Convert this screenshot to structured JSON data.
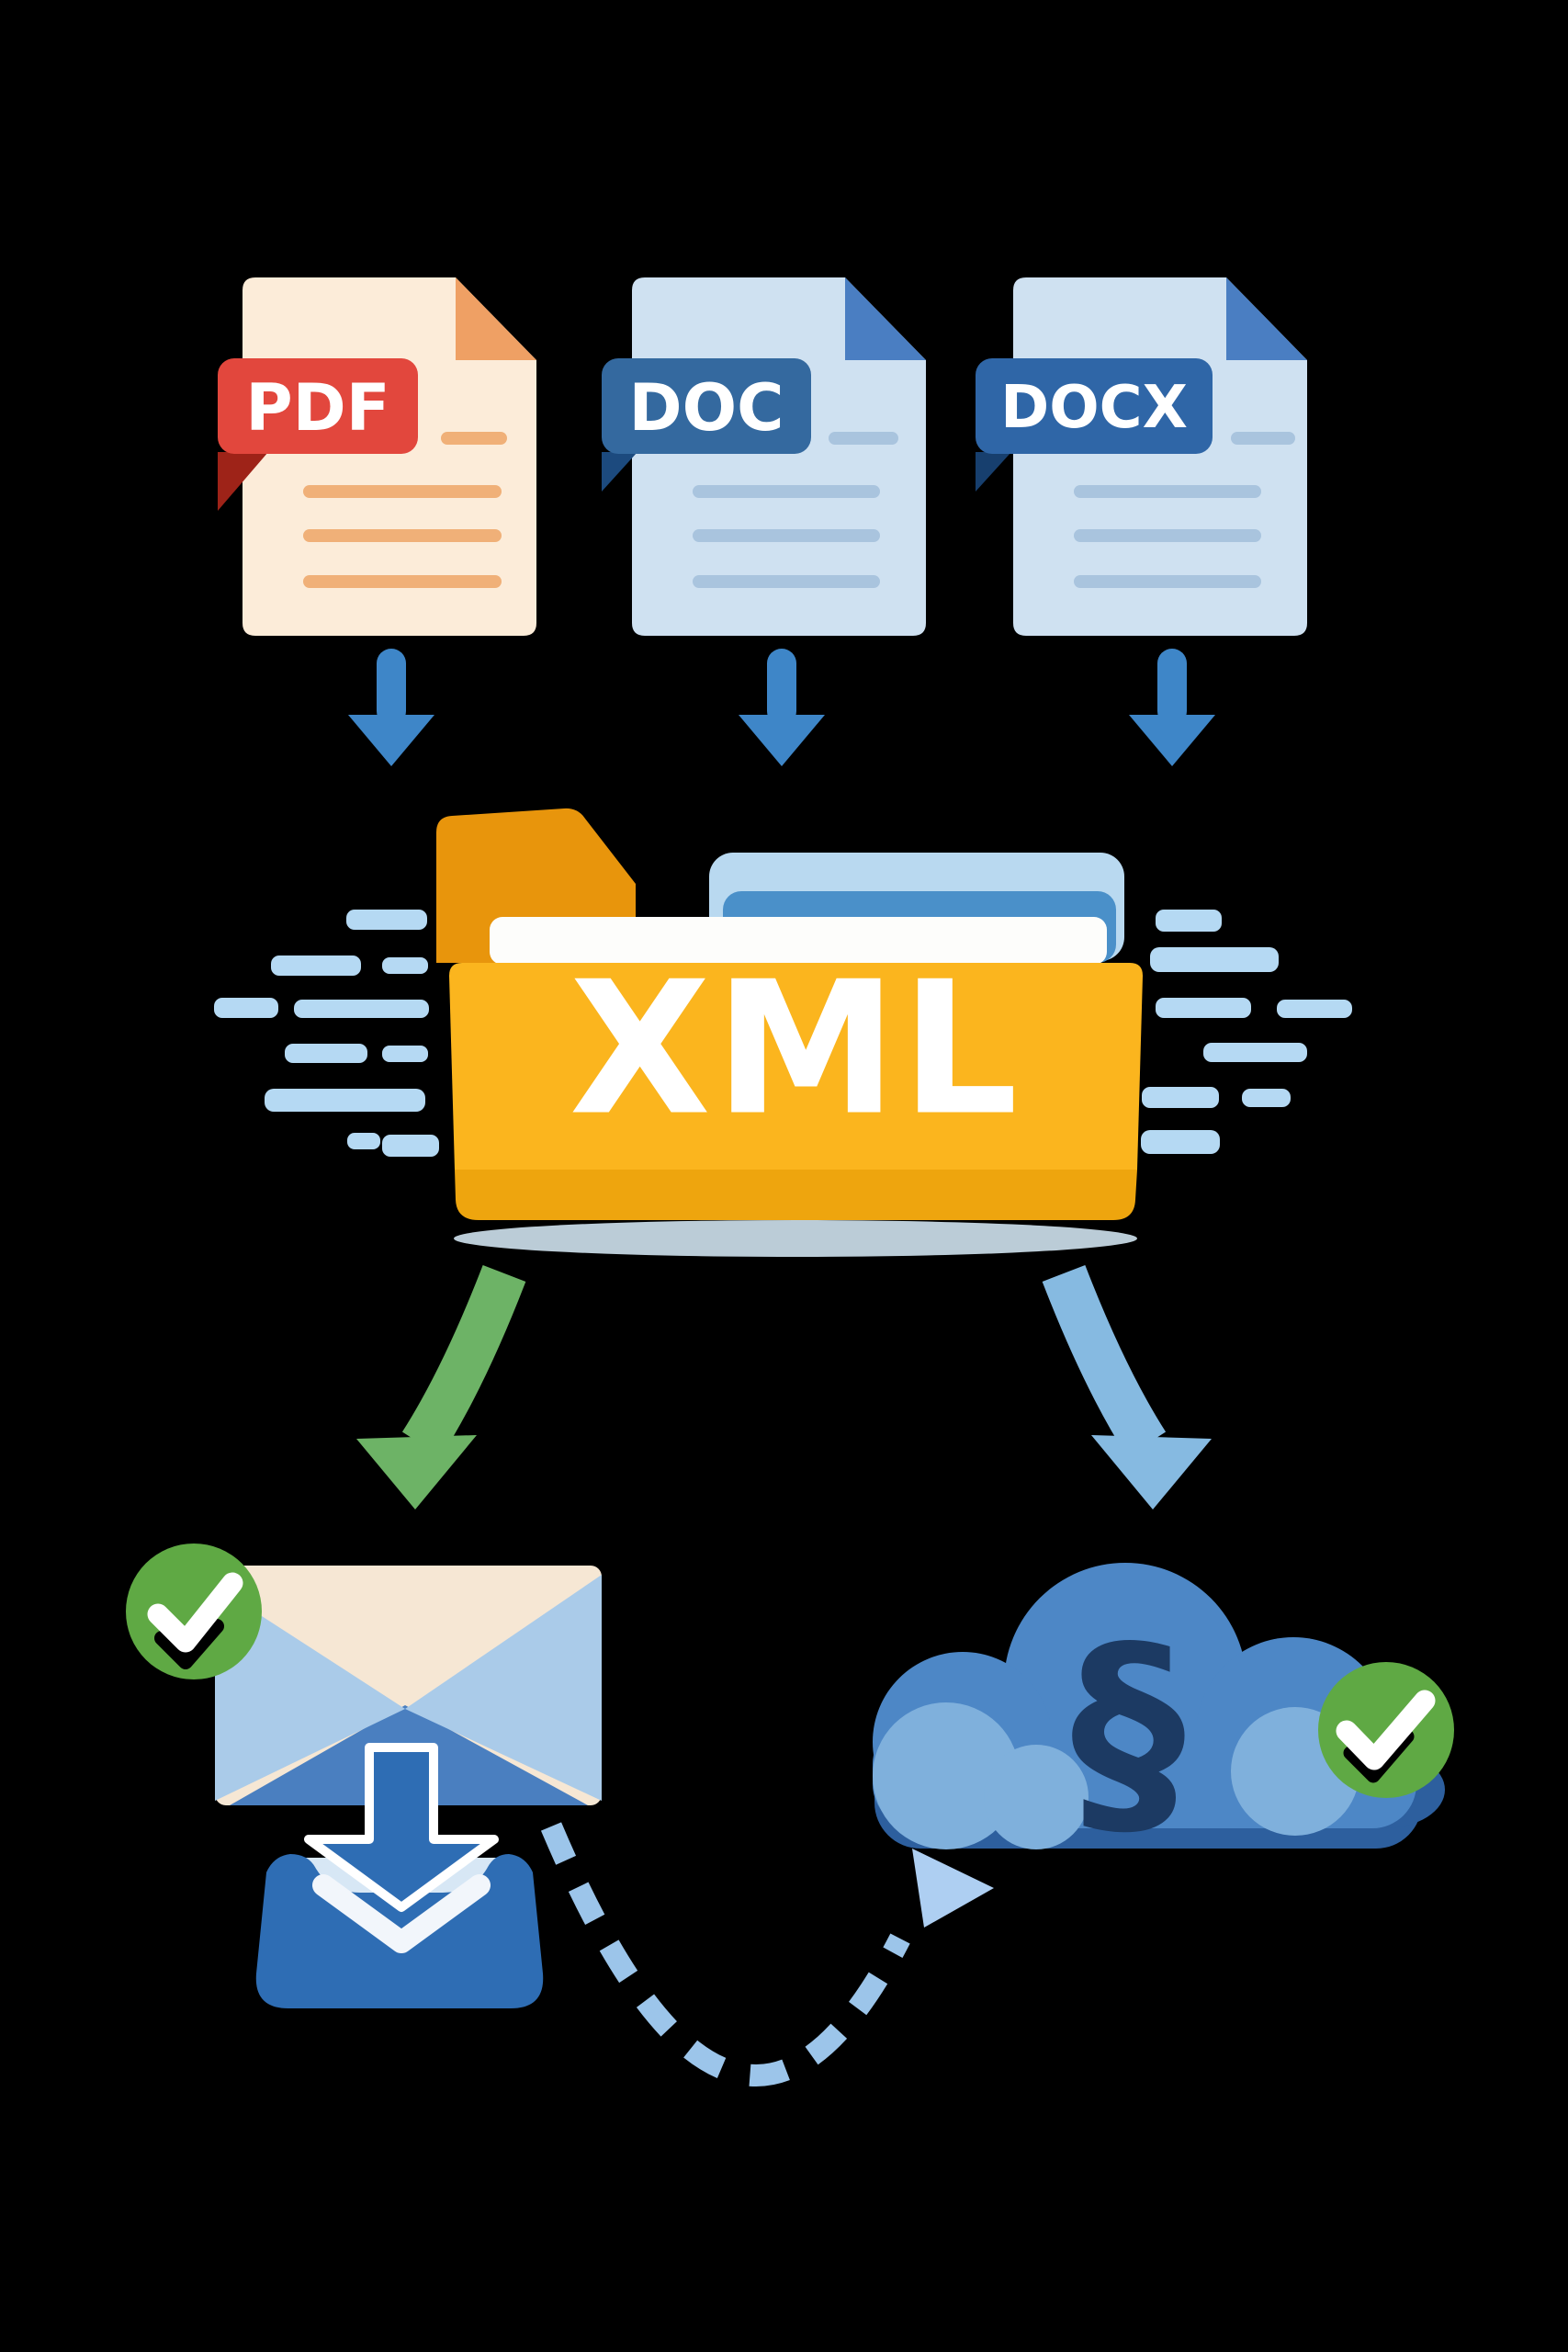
{
  "background_color": "#000000",
  "files": [
    {
      "label": "PDF",
      "paper_color": "#fcecd9",
      "corner_color": "#efa064",
      "badge_color": "#e2473d",
      "badge_fold_color": "#9e2318",
      "line_color": "#f0b078"
    },
    {
      "label": "DOC",
      "paper_color": "#cfe1f1",
      "corner_color": "#4a7ec2",
      "badge_color": "#34699f",
      "badge_fold_color": "#1c4a7e",
      "line_color": "#a9c4de"
    },
    {
      "label": "DOCX",
      "paper_color": "#cfe1f1",
      "corner_color": "#4a7ec2",
      "badge_color": "#2f66a7",
      "badge_fold_color": "#173f6e",
      "line_color": "#a9c4de"
    }
  ],
  "folder": {
    "label": "XML",
    "label_color": "#ffffff",
    "front_color": "#fbb51e",
    "front_bottom_color": "#eea50e",
    "tab_color": "#e8950c",
    "back_light_color": "#b9d9f0",
    "back_blue_color": "#4a90c9",
    "paper_color": "#fdfdfb",
    "shadow_color": "#cfe2ee"
  },
  "flow_arrows": {
    "down_color": "#3e86c8",
    "green_curve_color": "#6db366",
    "blue_curve_color": "#86bae1",
    "dashed_color": "#9cc5ea",
    "dashed_head_color": "#aecff2"
  },
  "speed_line_color": "#b5d9f3",
  "email": {
    "flap_color": "#f6e7d4",
    "side_color": "#aacbe9",
    "bottom_color": "#4a7fc0"
  },
  "download": {
    "arrow_color": "#2e6db4",
    "arrow_outline_color": "#ffffff",
    "tray_color": "#2e6db4",
    "tray_inner_color": "#d7e7f5",
    "tray_notch_color": "#f2f6fb"
  },
  "cloud": {
    "symbol": "§",
    "symbol_color": "#1c3a63",
    "body_color": "#4d87c6",
    "light_color": "#7fb0dc",
    "base_color": "#2d5f9e"
  },
  "status": {
    "check_color": "#5fa944",
    "check_mark_color": "#ffffff"
  }
}
